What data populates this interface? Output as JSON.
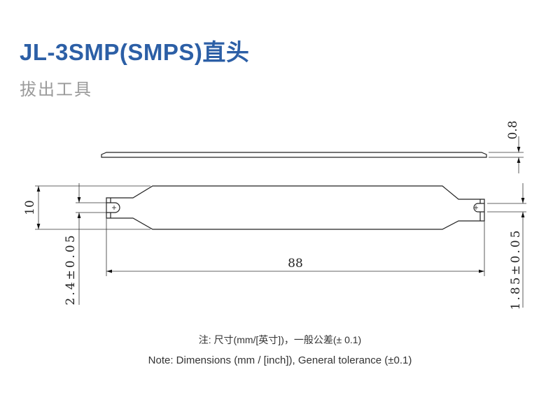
{
  "title": "JL-3SMP(SMPS)直头",
  "subtitle": "拔出工具",
  "drawing": {
    "dim_thickness": "0.8",
    "dim_width": "10",
    "dim_left_slot": "2.4±0.05",
    "dim_right_slot": "1.85±0.05",
    "dim_length": "88"
  },
  "notes": {
    "cn": "注: 尺寸(mm/[英寸])，一般公差(± 0.1)",
    "en": "Note: Dimensions (mm / [inch]), General tolerance (±0.1)"
  }
}
